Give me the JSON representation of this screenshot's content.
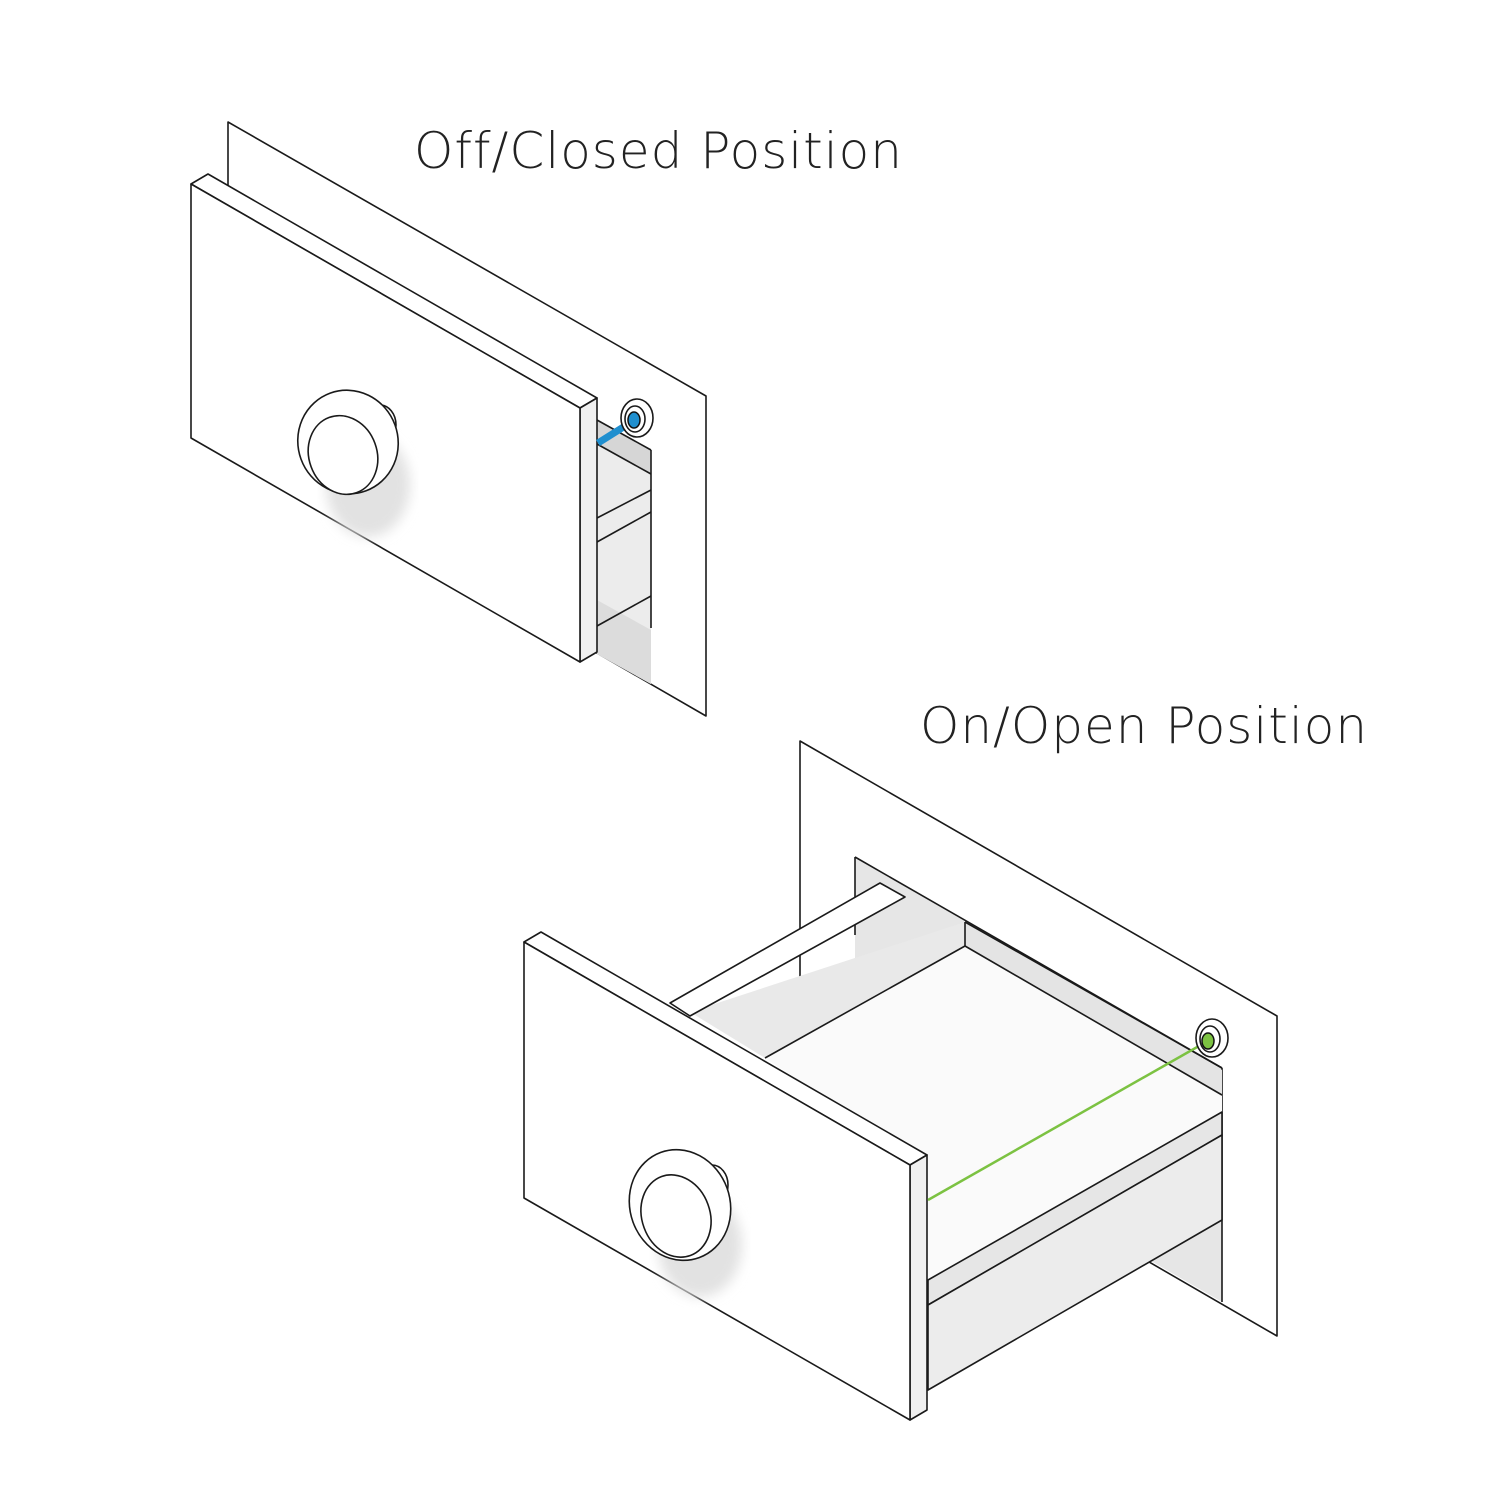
{
  "labels": {
    "closed": "Off/Closed Position",
    "open": "On/Open Position"
  },
  "colors": {
    "closed_beam": "#1f8fcf",
    "open_beam": "#7cc242",
    "shade": "#d9d9d9",
    "light_shade": "#ececec"
  },
  "icons": [
    "drawer-closed-illustration",
    "drawer-open-illustration",
    "sensor-icon",
    "knob-icon"
  ]
}
